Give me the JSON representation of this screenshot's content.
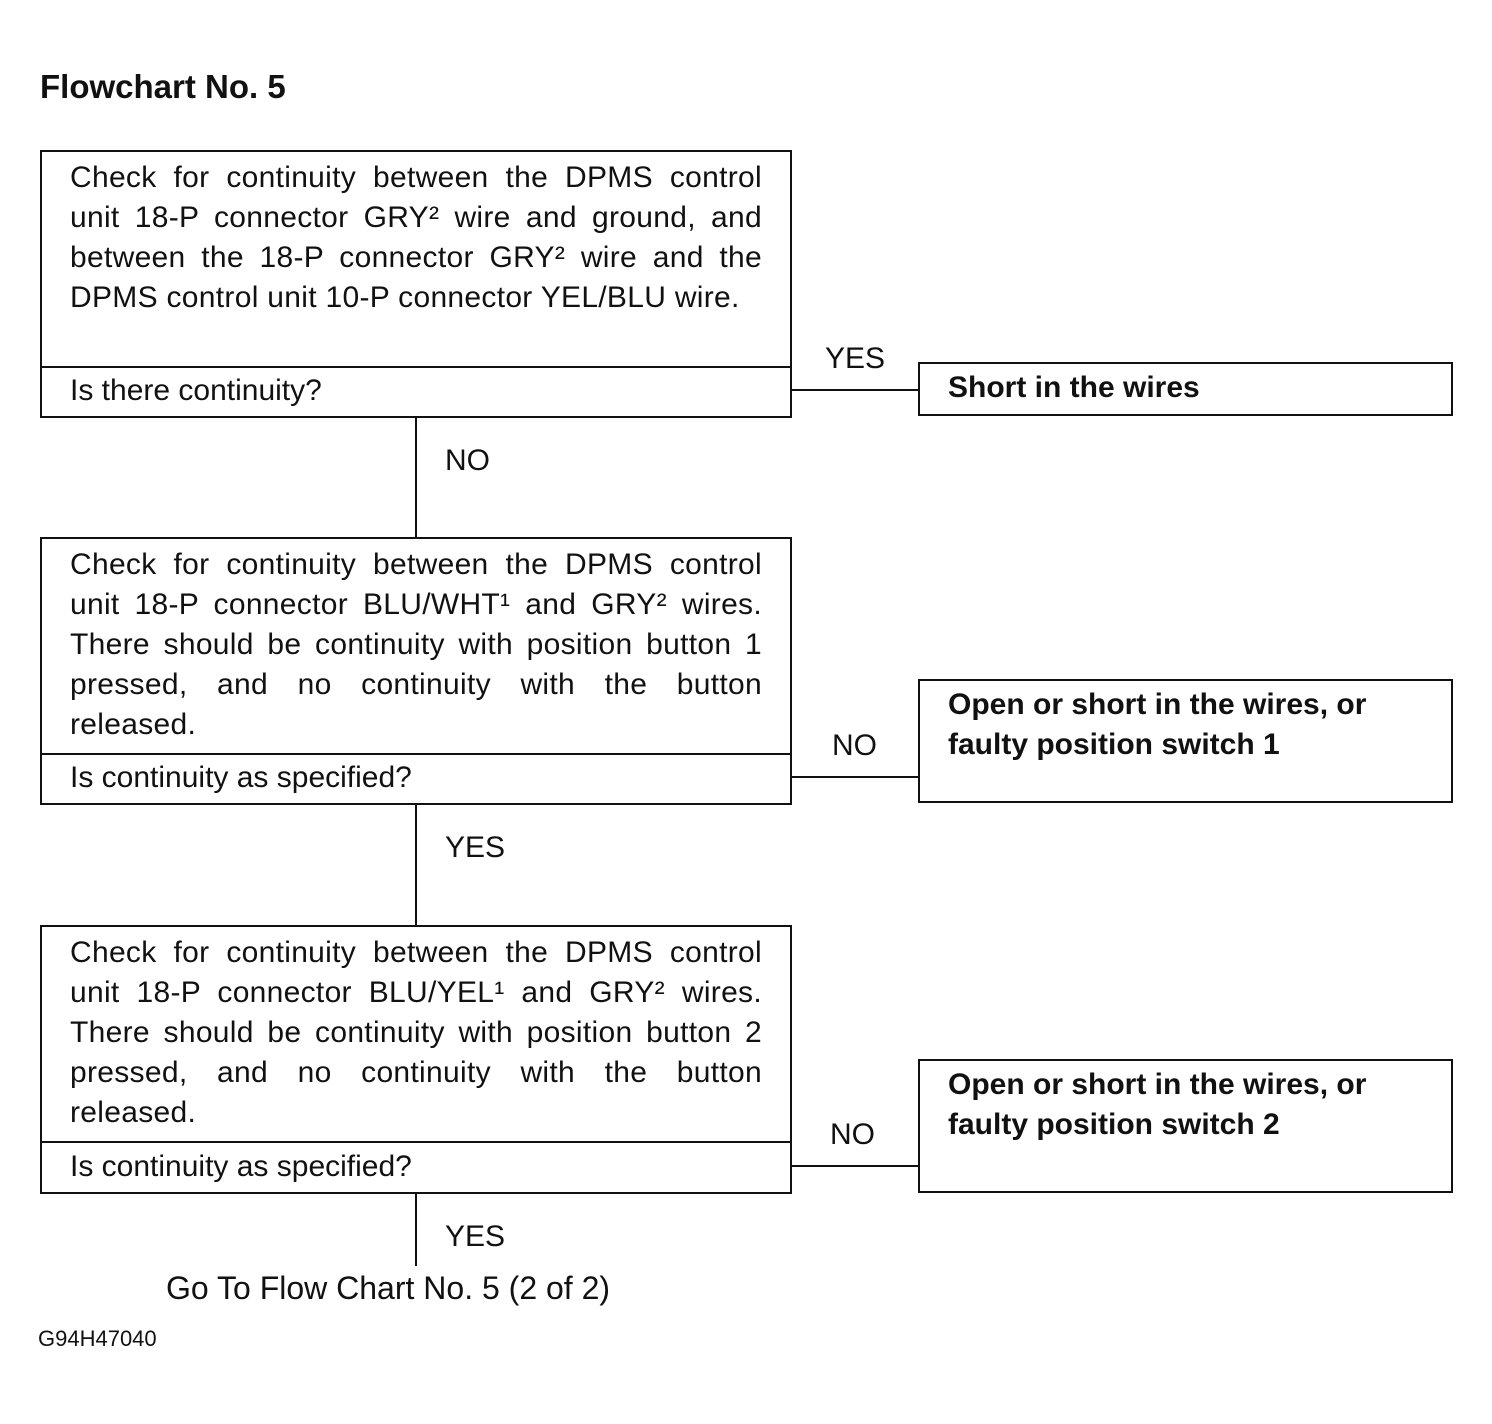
{
  "title": "Flowchart No. 5",
  "steps": [
    {
      "check": "Check for continuity between the DPMS control unit 18-P connector GRY² wire and ground, and between the 18-P connector GRY² wire and the DPMS control unit 10-P connector YEL/BLU wire.",
      "question": "Is there continuity?",
      "branch_label": "YES",
      "result": "Short in the wires",
      "next_label": "NO"
    },
    {
      "check": "Check for continuity between the DPMS control unit 18-P connector BLU/WHT¹ and GRY² wires. There should be continuity with position button 1 pressed, and no continuity with the button released.",
      "question": "Is continuity as specified?",
      "branch_label": "NO",
      "result": "Open or short in the wires, or faulty position switch 1",
      "next_label": "YES"
    },
    {
      "check": "Check for continuity between the DPMS control unit 18-P connector BLU/YEL¹ and GRY² wires. There should be continuity with position button 2 pressed, and no continuity with the button released.",
      "question": "Is continuity as specified?",
      "branch_label": "NO",
      "result": "Open or short in the wires, or faulty position switch 2",
      "next_label": "YES"
    }
  ],
  "footer": "Go To Flow Chart No. 5 (2 of 2)",
  "figure_code": "G94H47040"
}
